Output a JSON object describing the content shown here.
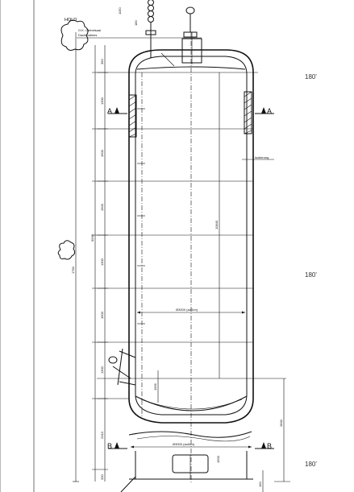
{
  "labels": {
    "hold": "HOLD",
    "roof_edge_line1": "O.K. Giebelsaal",
    "roof_edge_line2": "Dachbodines",
    "insulation": "Isolierung",
    "section_a": "A",
    "section_b": "B",
    "diameter_outer_mid": "Ø3000 (außen)",
    "diameter_outer_low": "Ø3000 (außen)"
  },
  "angles": [
    "180'",
    "180'",
    "180'"
  ],
  "dimensions": {
    "left_chain": [
      "390",
      "1300",
      "1500",
      "1500",
      "1300",
      "1500",
      "1300",
      "2310",
      "330"
    ],
    "left_total": "9930",
    "far_left": "1760",
    "inner_height": "10840",
    "bottom_cone": "1555",
    "right_low": "2840",
    "right_bottom": "160",
    "foot": "1500"
  }
}
